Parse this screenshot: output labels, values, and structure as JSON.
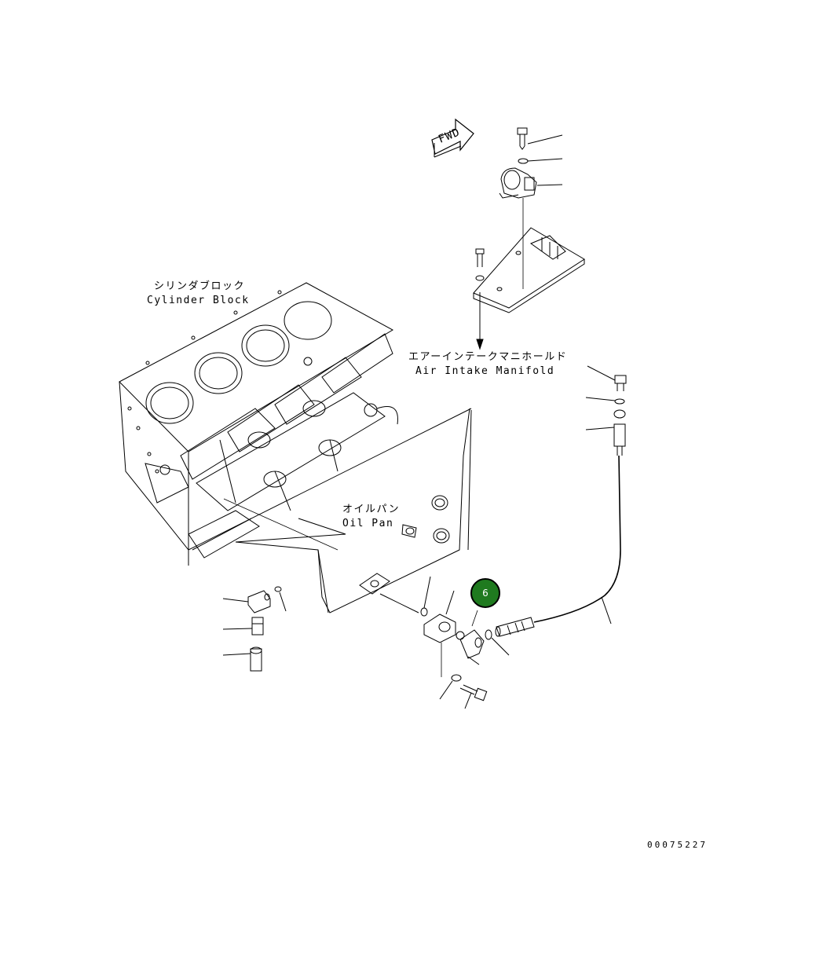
{
  "labels": {
    "fwd": "FWD",
    "cylinder_block_jp": "シリンダブロック",
    "cylinder_block_en": "Cylinder Block",
    "air_intake_manifold_jp": "エアーインテークマニホールド",
    "air_intake_manifold_en": "Air Intake Manifold",
    "oil_pan_jp": "オイルパン",
    "oil_pan_en": "Oil Pan"
  },
  "callout": {
    "number": "6",
    "color": "#1f7a1f"
  },
  "drawing_number": "00075227"
}
